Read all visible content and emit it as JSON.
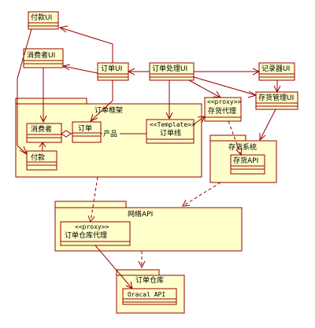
{
  "packages": {
    "order_framework": "订单框架",
    "inventory_system": "存货系统",
    "network_api": "网络API",
    "order_warehouse": "订单仓库"
  },
  "classes": {
    "payment_ui": "付款UI",
    "consumer_ui": "消费者UI",
    "order_ui": "订单UI",
    "order_processing_ui": "订单处理UI",
    "recorder_ui": "记录器UI",
    "inventory_mgmt_ui": "存货管理UI",
    "consumer": "消费者",
    "order": "订单",
    "payment": "付款",
    "order_line": "订单线",
    "inventory_proxy": "存货代理",
    "inventory_api": "存货API",
    "order_warehouse_proxy": "订单仓库代理",
    "oracal_api": "Oracal API"
  },
  "stereotypes": {
    "template": "<<Template>>",
    "proxy": "<<proxy>>"
  },
  "labels": {
    "product": "产品"
  }
}
